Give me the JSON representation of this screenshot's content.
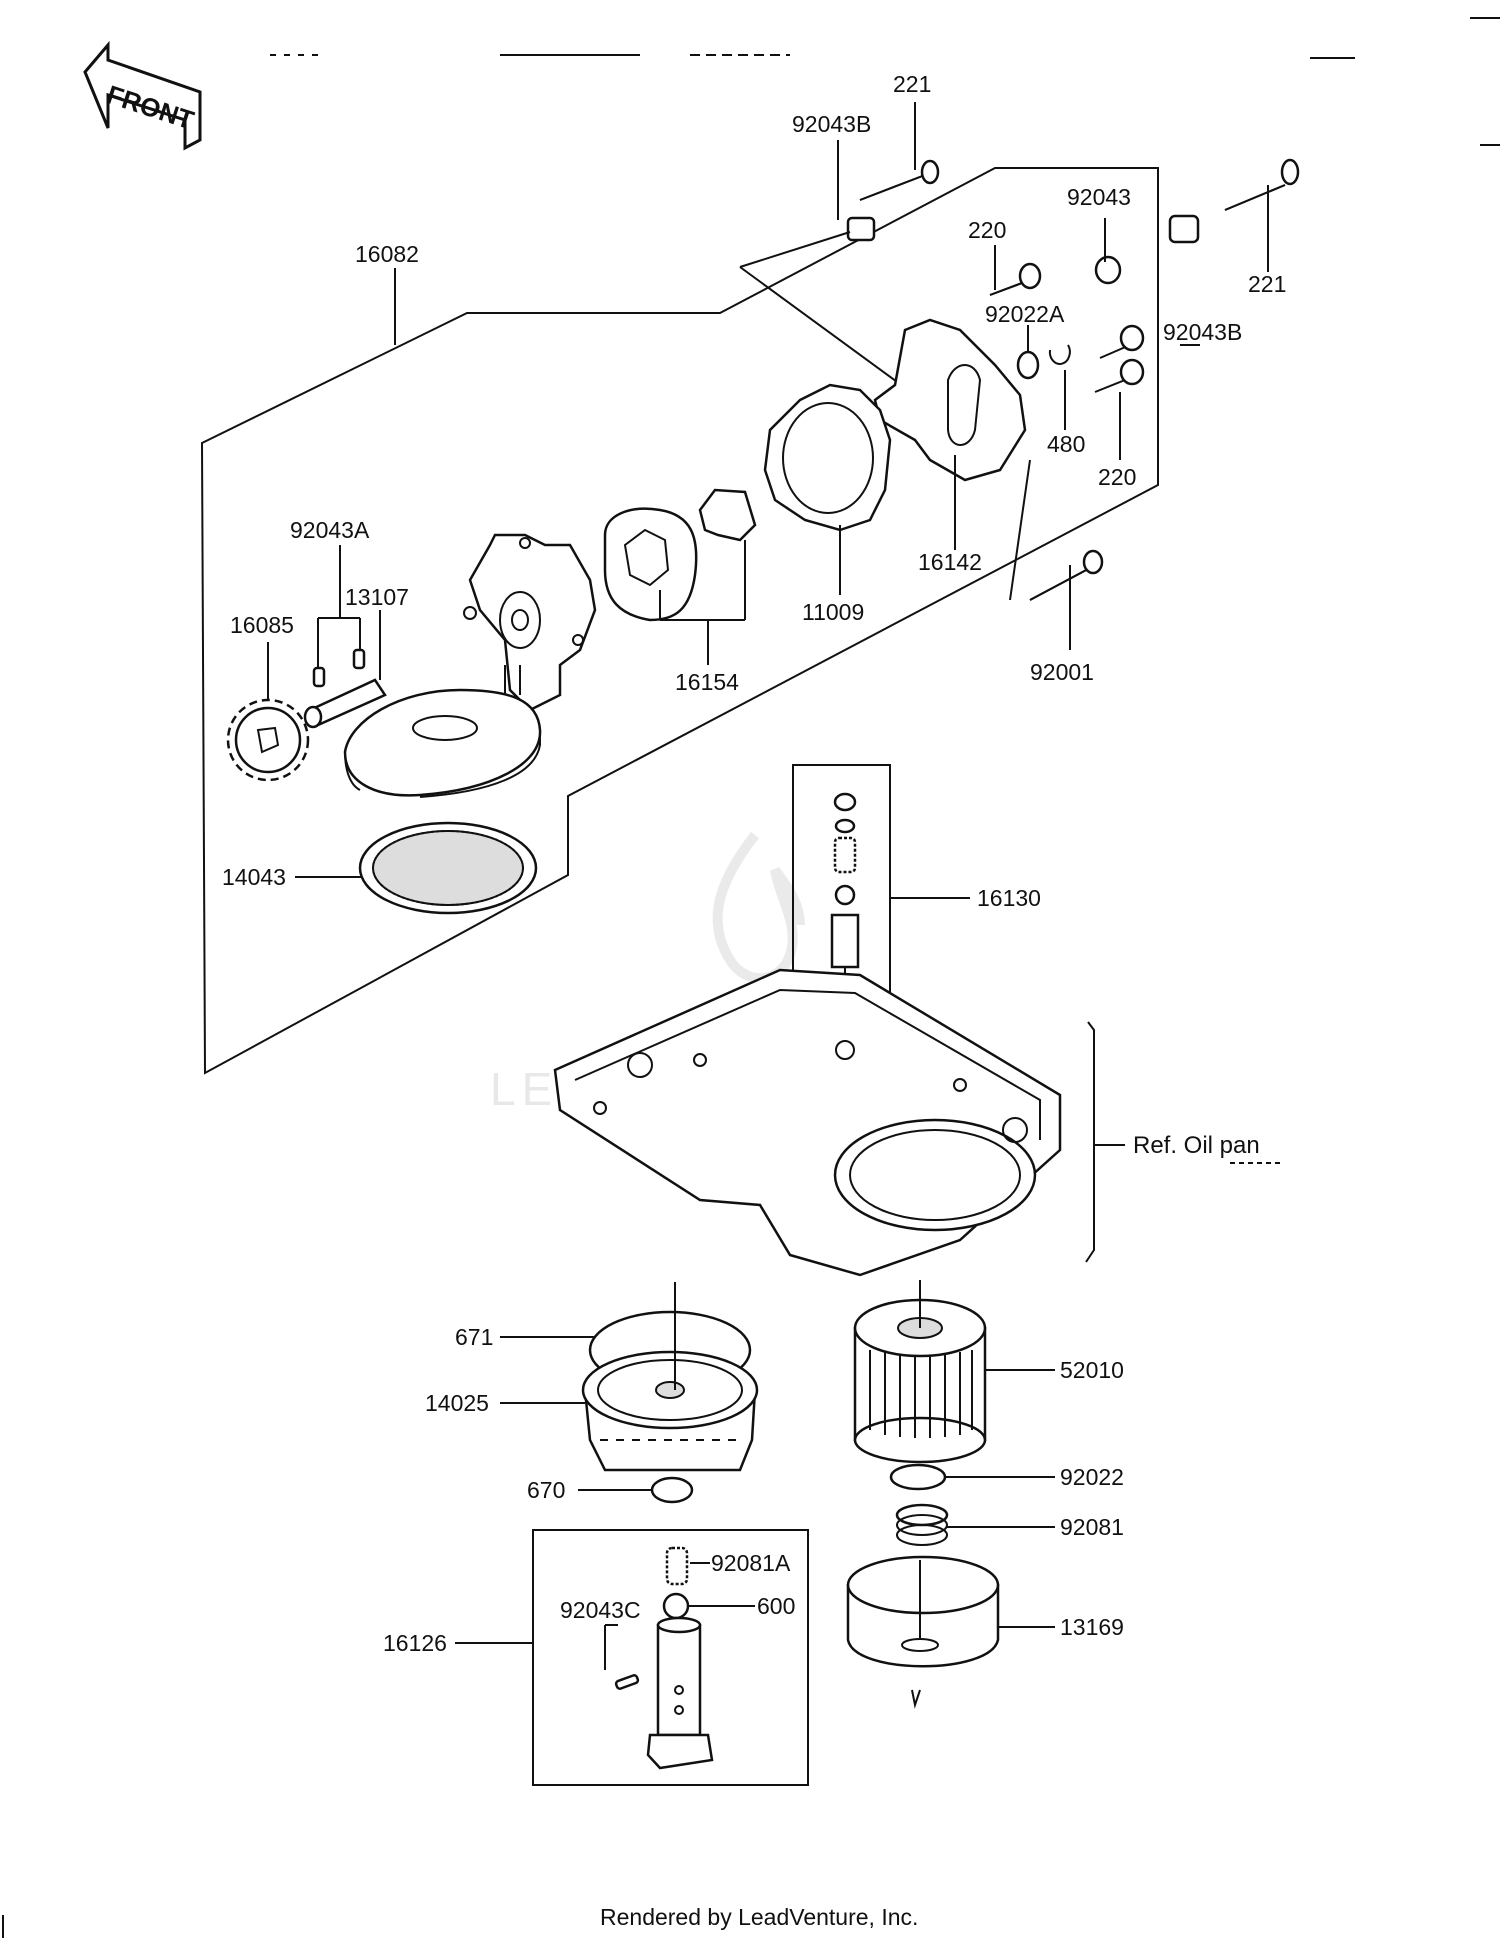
{
  "front_label": "FRONT",
  "reference": "Ref. Oil pan",
  "footer": "Rendered by LeadVenture, Inc.",
  "watermark": "LEADVENTURE",
  "part_labels": {
    "p221_top": "221",
    "p92043b_top": "92043B",
    "p16082": "16082",
    "p220_top": "220",
    "p92043": "92043",
    "p221_right": "221",
    "p92022a": "92022A",
    "p92043b_right": "92043B",
    "p480": "480",
    "p220_right": "220",
    "p92043a": "92043A",
    "p13107": "13107",
    "p16085": "16085",
    "p16142": "16142",
    "p11009": "11009",
    "p16154": "16154",
    "p92001": "92001",
    "p14043": "14043",
    "p16130": "16130",
    "p671": "671",
    "p14025": "14025",
    "p52010": "52010",
    "p670": "670",
    "p92022": "92022",
    "p92081": "92081",
    "p92081a": "92081A",
    "p92043c": "92043C",
    "p600": "600",
    "p16126": "16126",
    "p13169": "13169"
  }
}
